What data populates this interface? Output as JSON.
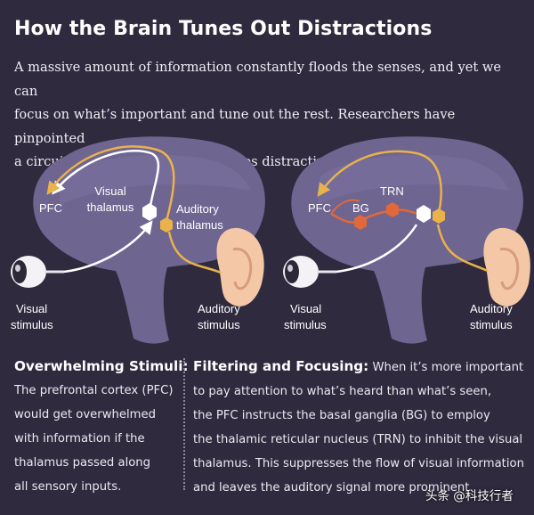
{
  "title": "How the Brain Tunes Out Distractions",
  "intro_lines": [
    "A massive amount of information constantly floods the senses, and yet we can",
    "focus on what’s important and tune out the rest. Researchers have pinpointed",
    "a circuit in the brain that suppresses distracting and irrelevant inputs."
  ],
  "left_diagram": {
    "pfc": "PFC",
    "visual_thalamus": [
      "Visual",
      "thalamus"
    ],
    "auditory_thalamus": [
      "Auditory",
      "thalamus"
    ],
    "visual_stimulus": [
      "Visual",
      "stimulus"
    ],
    "auditory_stimulus": [
      "Auditory",
      "stimulus"
    ]
  },
  "right_diagram": {
    "pfc": "PFC",
    "bg": "BG",
    "trn": "TRN",
    "visual_stimulus": [
      "Visual",
      "stimulus"
    ],
    "auditory_stimulus": [
      "Auditory",
      "stimulus"
    ]
  },
  "overwhelming": {
    "heading": "Overwhelming Stimuli:",
    "lines": [
      "The prefrontal cortex (PFC)",
      "would get overwhelmed",
      "with information if the",
      "thalamus passed along",
      "all sensory inputs."
    ]
  },
  "filtering": {
    "heading": "Filtering and Focusing:",
    "first_line_rest": " When it’s more important",
    "lines": [
      "to pay attention to what’s heard than what’s seen,",
      "the PFC instructs the basal ganglia (BG) to employ",
      "the thalamic reticular nucleus (TRN) to inhibit the visual",
      "thalamus. This suppresses the flow of visual information",
      "and leaves the auditory signal more prominent."
    ]
  },
  "watermark": "头条 @科技行者",
  "colors": {
    "background": "#2f2a3e",
    "brain": "#6e6591",
    "brain_light": "#8a82ab",
    "gold": "#e9b24a",
    "orange": "#e0683a",
    "ear": "#f4c8a6",
    "white": "#ffffff"
  }
}
